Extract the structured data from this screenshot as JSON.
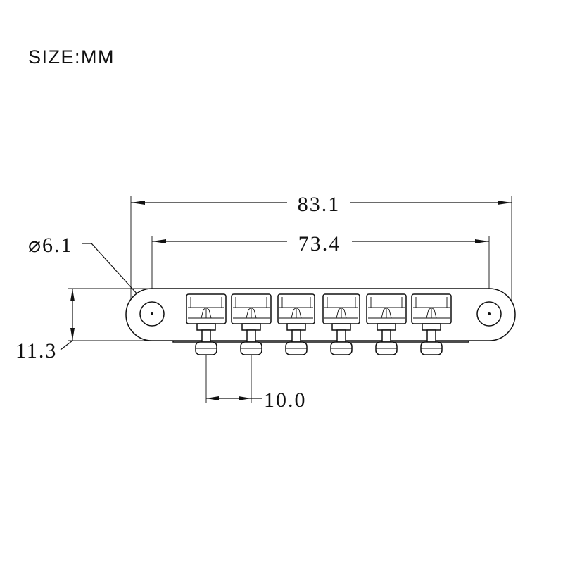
{
  "drawing": {
    "size_label": "SIZE:MM",
    "part": "tune-o-matic-bridge",
    "saddle_count": 6,
    "dimensions": {
      "overall_length": "83.1",
      "post_spacing": "73.4",
      "post_hole_diameter": "⌀6.1",
      "height": "11.3",
      "saddle_spacing": "10.0"
    }
  }
}
